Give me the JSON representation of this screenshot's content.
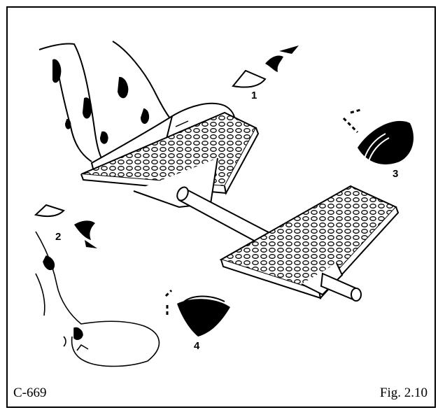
{
  "figure": {
    "code": "C-669",
    "caption": "Fig. 2.10"
  },
  "callouts": [
    {
      "label": "1",
      "icon": "heel-down-wedge-icon"
    },
    {
      "label": "2",
      "icon": "heel-down-wedge-icon"
    },
    {
      "label": "3",
      "icon": "toe-down-wedge-icon"
    },
    {
      "label": "4",
      "icon": "toe-down-wedge-icon"
    }
  ],
  "colors": {
    "ink": "#000000",
    "paper": "#ffffff"
  }
}
